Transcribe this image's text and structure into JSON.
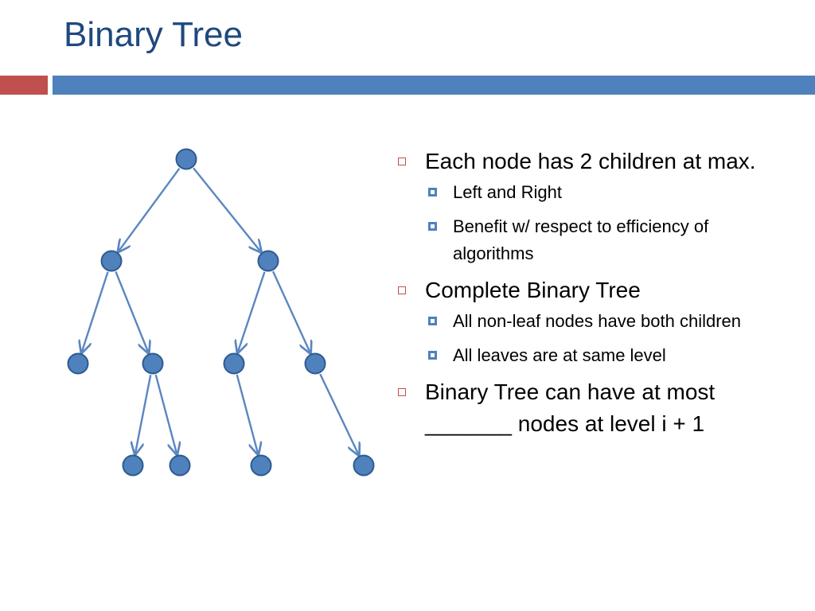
{
  "slide": {
    "title": "Binary Tree",
    "accent_colors": {
      "title": "#1F497D",
      "red_bar": "#C0504D",
      "blue_bar": "#4F81BD",
      "node_fill": "#4F81BD",
      "edge": "#5B86C0"
    }
  },
  "diagram": {
    "nodes": [
      {
        "id": "root"
      },
      {
        "id": "l"
      },
      {
        "id": "r"
      },
      {
        "id": "ll"
      },
      {
        "id": "lr"
      },
      {
        "id": "rl"
      },
      {
        "id": "rr"
      },
      {
        "id": "lrl"
      },
      {
        "id": "lrr"
      },
      {
        "id": "rlr"
      },
      {
        "id": "rrr"
      }
    ],
    "edges": [
      {
        "from": "root",
        "to": "l"
      },
      {
        "from": "root",
        "to": "r"
      },
      {
        "from": "l",
        "to": "ll"
      },
      {
        "from": "l",
        "to": "lr"
      },
      {
        "from": "r",
        "to": "rl"
      },
      {
        "from": "r",
        "to": "rr"
      },
      {
        "from": "lr",
        "to": "lrl"
      },
      {
        "from": "lr",
        "to": "lrr"
      },
      {
        "from": "rl",
        "to": "rlr"
      },
      {
        "from": "rr",
        "to": "rrr"
      }
    ]
  },
  "bullets": [
    {
      "text": "Each node has 2 children at max.",
      "sub": [
        "Left and Right",
        "Benefit w/ respect to efficiency of algorithms"
      ]
    },
    {
      "text": "Complete Binary Tree",
      "sub": [
        "All non-leaf nodes have both children",
        "All leaves are at same level"
      ]
    },
    {
      "text": "Binary Tree can have at most _______ nodes at level i + 1",
      "sub": []
    }
  ]
}
